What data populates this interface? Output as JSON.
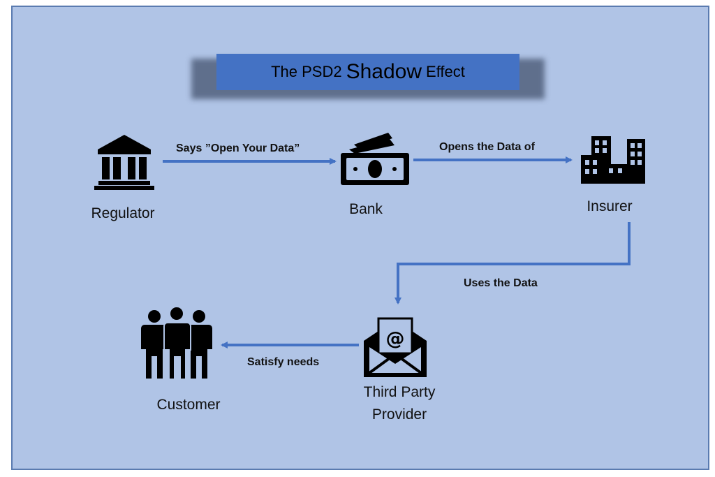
{
  "title": {
    "prefix": "The PSD2",
    "emphasis": "Shadow",
    "suffix": "Effect"
  },
  "nodes": {
    "regulator": {
      "label": "Regulator",
      "icon": "bank-building-icon"
    },
    "bank": {
      "label": "Bank",
      "icon": "cash-icon"
    },
    "insurer": {
      "label": "Insurer",
      "icon": "office-buildings-icon"
    },
    "tpp": {
      "label_line1": "Third Party",
      "label_line2": "Provider",
      "icon": "email-envelope-icon"
    },
    "customer": {
      "label": "Customer",
      "icon": "people-group-icon"
    }
  },
  "edges": {
    "regulator_bank": "Says ”Open Your Data”",
    "bank_insurer": "Opens the Data of",
    "insurer_tpp": "Uses the Data",
    "tpp_customer": "Satisfy needs"
  },
  "colors": {
    "background": "#b0c4e6",
    "arrow": "#4472c4",
    "title_box": "#4472c4",
    "icon": "#000000"
  }
}
